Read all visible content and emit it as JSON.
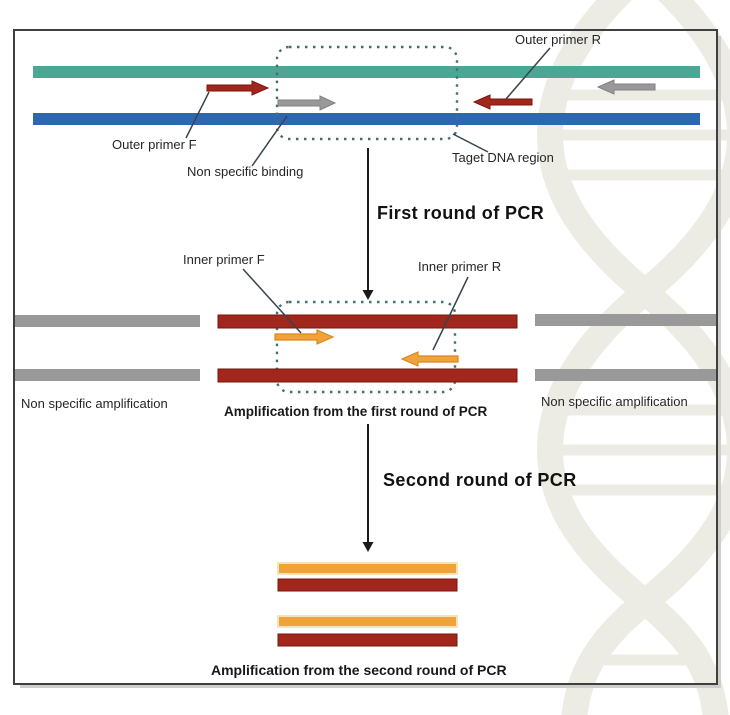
{
  "labels": {
    "outer_primer_r": "Outer primer R",
    "outer_primer_f": "Outer primer F",
    "non_specific_binding": "Non specific binding",
    "target_dna_region": "Taget DNA region",
    "first_round": "First round of PCR",
    "inner_primer_f": "Inner primer F",
    "inner_primer_r": "Inner primer R",
    "non_specific_amplification_left": "Non specific amplification",
    "amplification_first_round": "Amplification from the first round of PCR",
    "non_specific_amplification_right": "Non specific amplification",
    "second_round": "Second round of PCR",
    "amplification_second_round": "Amplification from the second round of PCR"
  },
  "colors": {
    "teal-strand": "#4aa794",
    "blue-strand": "#2d68af",
    "dark-red": "#a1261c",
    "dark-red-border": "#7a140d",
    "gray-element": "#999999",
    "gray-border": "#828282",
    "orange": "#f0a23b",
    "orange-border": "#d8881d",
    "orange-pale-border": "#f3e3bb",
    "dashed-box": "#41706e",
    "leader-line": "#38444c",
    "flow-arrow": "#1a1a1a",
    "watermark": "#edece4",
    "text": "#1f1f1f",
    "frame-border": "#3f3f3f"
  }
}
